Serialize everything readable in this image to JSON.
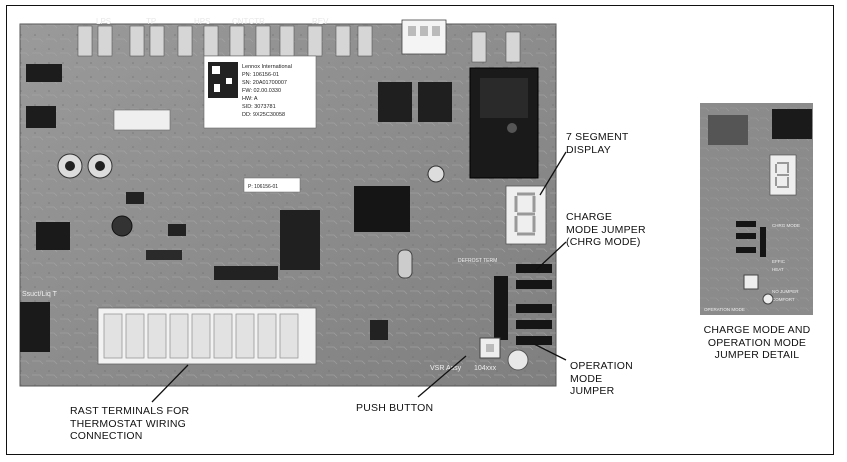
{
  "board": {
    "silkscreen": {
      "lps": "LPS",
      "tp": "TP",
      "hps": "HPS",
      "cntctr": "CNTCTR",
      "rev": "REV",
      "ssuct_liq_t": "Ssuct/Liq T",
      "vsr_assy": "VSR Assy",
      "assy_no": "104xxx",
      "defrost_term": "DEFROST TERM"
    },
    "sticker": {
      "lines": [
        "Lennox International",
        "PN: 106156-01",
        "SN: 20A01700007",
        "FW: 02.00.0330",
        "HW: A",
        "SID: 3073781",
        "DD: 9X25C30058"
      ]
    },
    "small_label": "P: 106156-01"
  },
  "callouts": {
    "seven_segment": [
      "7 SEGMENT",
      "DISPLAY"
    ],
    "charge_jumper": [
      "CHARGE",
      "MODE JUMPER",
      "(CHRG MODE)"
    ],
    "operation_jumper": [
      "OPERATION",
      "MODE",
      "JUMPER"
    ],
    "push_button": [
      "PUSH BUTTON"
    ],
    "rast_terminals": [
      "RAST TERMINALS FOR",
      "THERMOSTAT WIRING",
      "CONNECTION"
    ]
  },
  "detail": {
    "caption": [
      "CHARGE MODE AND",
      "OPERATION MODE",
      "JUMPER DETAIL"
    ],
    "labels": {
      "no_jumper": "NO JUMPER",
      "comfort": "COMFORT",
      "efficiency": "EFFIC",
      "heat": "HEAT",
      "chrg_mode": "CHRG MODE",
      "operation_mode": "OPERATION MODE"
    }
  },
  "colors": {
    "frame": "#111111",
    "pcb": "#8e8e8e",
    "terminal_block": "#f2f2f2"
  }
}
